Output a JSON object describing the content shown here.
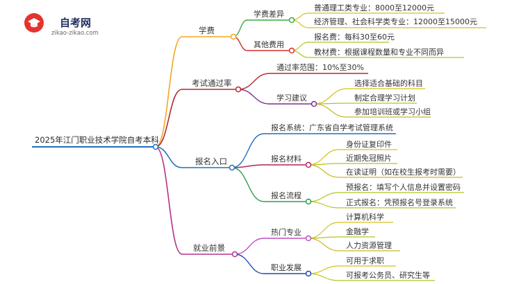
{
  "logo": {
    "title": "自考网",
    "url": "zikao-zikao.com"
  },
  "root": "2025年江门职业技术学院自考本科",
  "branches": {
    "fees": {
      "label": "学费",
      "color": "#f5a623",
      "diff": {
        "label": "学费差异",
        "color": "#3caa3c",
        "items": [
          "普通理工类专业：8000至12000元",
          "经济管理、社会科学类专业：12000至15000元"
        ]
      },
      "other": {
        "label": "其他费用",
        "color": "#d0312d",
        "items": [
          "报名费：每科30至60元",
          "教材费：根据课程数量和专业不同而异"
        ]
      }
    },
    "pass": {
      "label": "考试通过率",
      "color": "#b22a2a",
      "range": "通过率范围：10%至30%",
      "advice": {
        "label": "学习建议",
        "color": "#7a2f8e",
        "items": [
          "选择适合基础的科目",
          "制定合理学习计划",
          "参加培训班或学习小组"
        ]
      }
    },
    "entry": {
      "label": "报名入口",
      "color": "#1e6fbf",
      "system": "报名系统：广东省自学考试管理系统",
      "materials": {
        "label": "报名材料",
        "color": "#b0245a",
        "items": [
          "身份证复印件",
          "近期免冠照片",
          "在读证明（如在校生报考时需要）"
        ]
      },
      "process": {
        "label": "报名流程",
        "color": "#2e9a52",
        "items": [
          "预报名：填写个人信息并设置密码",
          "正式报名：凭预报名号登录系统"
        ]
      }
    },
    "career": {
      "label": "就业前景",
      "color": "#b5308c",
      "hot": {
        "label": "热门专业",
        "color": "#c04fc0",
        "items": [
          "计算机科学",
          "金融学",
          "人力资源管理"
        ]
      },
      "develop": {
        "label": "职业发展",
        "color": "#1f4aa8",
        "items": [
          "可用于求职",
          "可报考公务员、研究生等"
        ]
      }
    }
  },
  "leaf_colors": [
    "#d4c21a",
    "#b4c41e",
    "#c8b828"
  ]
}
